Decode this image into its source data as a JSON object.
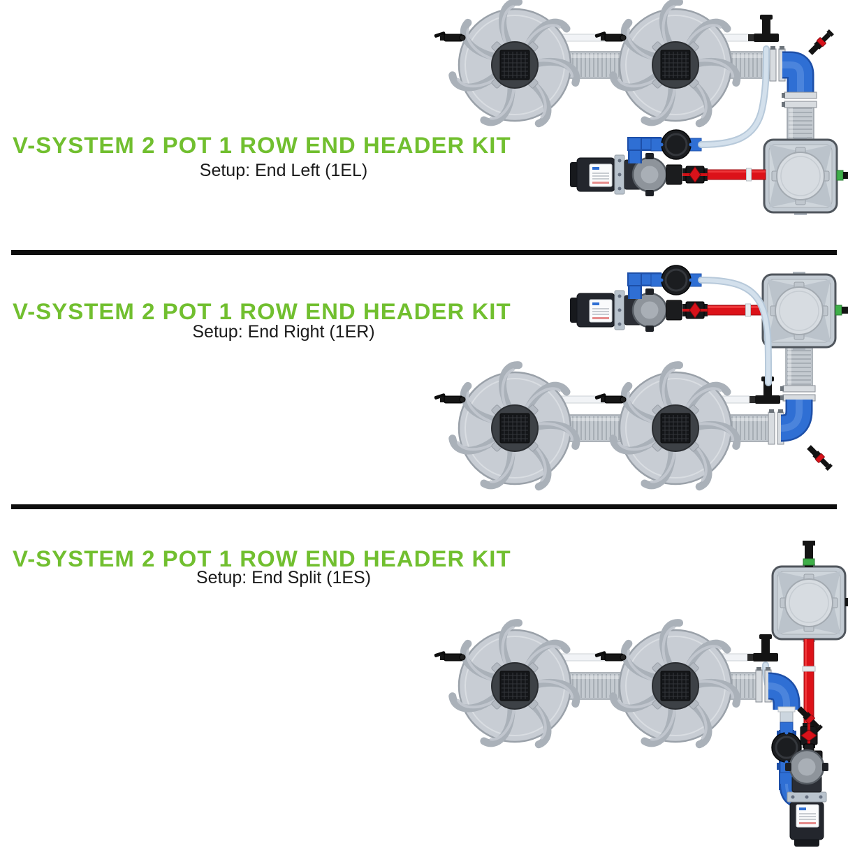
{
  "page": {
    "background": "#ffffff"
  },
  "panels": [
    {
      "id": "1EL",
      "title": "V-SYSTEM 2 POT 1 ROW END HEADER KIT",
      "subtitle": "Setup: End Left (1EL)",
      "variant": "end-left"
    },
    {
      "id": "1ER",
      "title": "V-SYSTEM 2 POT 1 ROW END HEADER KIT",
      "subtitle": "Setup: End Right (1ER)",
      "variant": "end-right"
    },
    {
      "id": "1ES",
      "title": "V-SYSTEM 2 POT 1 ROW END HEADER KIT",
      "subtitle": "Setup: End Split (1ES)",
      "variant": "end-split"
    }
  ],
  "colors": {
    "title_green": "#71bf2f",
    "subtitle_black": "#1b1b1b",
    "divider": "#0d0d0d",
    "pot_body": "#c8cdd4",
    "pot_rim": "#9aa1a9",
    "pot_blade": "#aab1b9",
    "pot_blade_hi": "#c3c9d0",
    "pot_hub": "#3d4146",
    "pot_grate": "#141619",
    "pipe_gray": "#c4cad0",
    "pipe_rib": "#a7aeb5",
    "pipe_white": "#f1f3f6",
    "blue_pipe": "#2f6fd4",
    "blue_dark": "#1d4fa8",
    "pale_tube": "#d3e0ec",
    "pale_tube_edge": "#b7c9da",
    "red_pipe": "#dc1219",
    "red_dark": "#9c0b10",
    "black_part": "#141414",
    "clamp_silver": "#d8dce0",
    "header_body": "#c3cbd3",
    "header_face": "#ced5db",
    "header_corner": "#b9c2ca",
    "header_lid": "#d7dce1",
    "header_border": "#50565d",
    "green_fitting": "#3faf49",
    "pump_body": "#23262d",
    "pump_head": "#8e949b",
    "pump_flange": "#b9c3cd",
    "pump_cylinder": "#2b2e35",
    "label_white": "#fafbfc"
  }
}
